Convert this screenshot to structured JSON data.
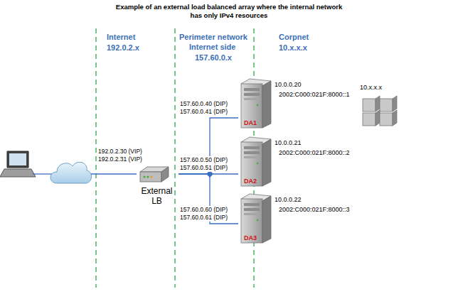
{
  "diagram": {
    "title": "Example of an external load balanced array where the internal network has only  IPv4 resources",
    "nodes": [
      {
        "text": [
          "External LB"
        ]
      },
      {
        "text": [
          "DA1"
        ]
      },
      {
        "text": [
          "DA2"
        ]
      },
      {
        "text": [
          "DA3"
        ]
      },
      {
        "text": [
          "10.x.x.x"
        ]
      }
    ],
    "edges": [
      {
        "from": 0,
        "to": 1,
        "arrow": "none"
      },
      {
        "from": 0,
        "to": 2,
        "arrow": "none"
      },
      {
        "from": 0,
        "to": 3,
        "arrow": "none"
      }
    ],
    "labels": [
      "Internet",
      "192.0.2.x",
      "Perimeter network",
      "Internet side",
      "157.60.0.x",
      "Corpnet",
      "10.x.x.x",
      "192.0.2.30 (VIP)",
      "192.0.2.31 (VIP)",
      "157.60.0.40 (DIP)",
      "157.60.0.41 (DIP)",
      "157.60.0.50 (DIP)",
      "157.60.0.51 (DIP)",
      "157.60.0.60 (DIP)",
      "157.60.0.61 (DIP)",
      "10.0.0.20",
      "2002:C000:021F:8000::1",
      "10.0.0.21",
      "2002:C000:021F:8000::2",
      "10.0.0.22",
      "2002:C000:021F:8000::3"
    ]
  }
}
